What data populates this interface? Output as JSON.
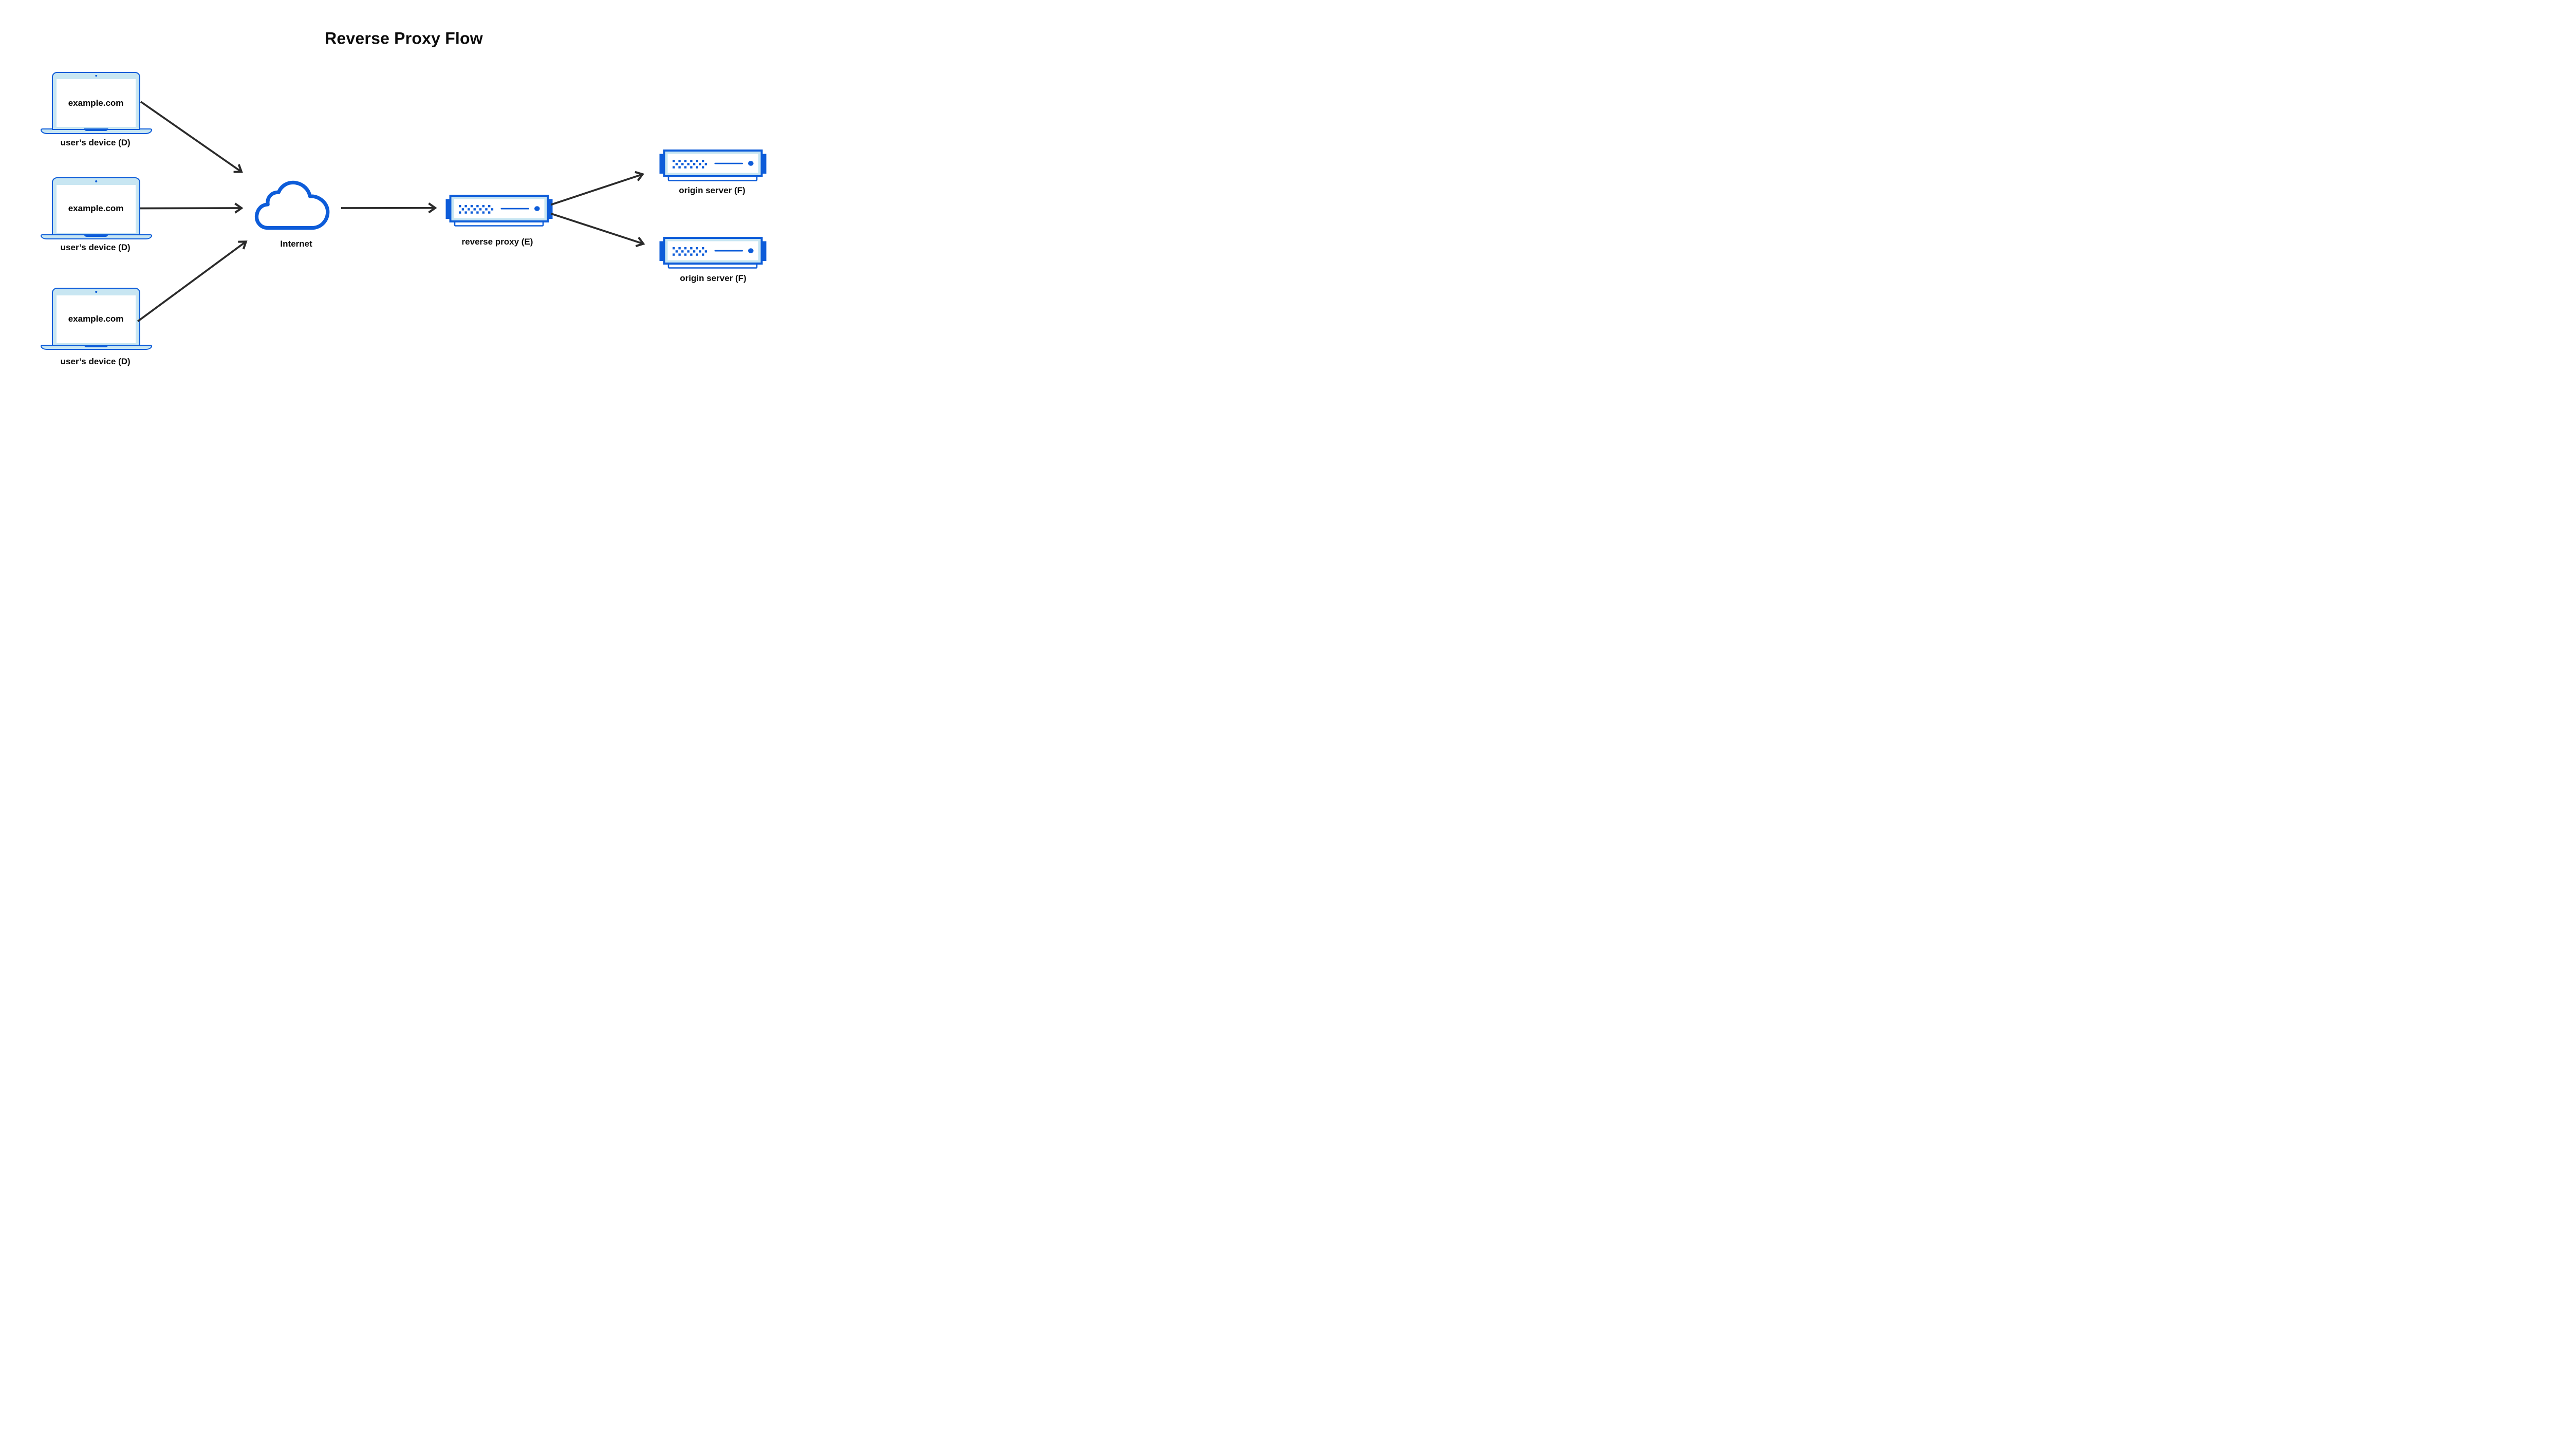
{
  "title": "Reverse Proxy Flow",
  "colors": {
    "primary_blue": "#0d5cd9",
    "light_blue": "#c8e6f2",
    "arrow": "#2b2b2b",
    "text": "#0b0b0b",
    "background": "#ffffff"
  },
  "nodes": {
    "devices": [
      {
        "icon": "laptop-icon",
        "screen_text": "example.com",
        "label": "user’s device (D)"
      },
      {
        "icon": "laptop-icon",
        "screen_text": "example.com",
        "label": "user’s device (D)"
      },
      {
        "icon": "laptop-icon",
        "screen_text": "example.com",
        "label": "user’s device (D)"
      }
    ],
    "internet": {
      "icon": "cloud-icon",
      "label": "Internet"
    },
    "reverse_proxy": {
      "icon": "server-icon",
      "label": "reverse proxy (E)"
    },
    "origin_servers": [
      {
        "icon": "server-icon",
        "label": "origin server (F)"
      },
      {
        "icon": "server-icon",
        "label": "origin server (F)"
      }
    ]
  },
  "connections": [
    {
      "from": "user’s device (D) top",
      "to": "Internet"
    },
    {
      "from": "user’s device (D) middle",
      "to": "Internet"
    },
    {
      "from": "user’s device (D) bottom",
      "to": "Internet"
    },
    {
      "from": "Internet",
      "to": "reverse proxy (E)"
    },
    {
      "from": "reverse proxy (E)",
      "to": "origin server (F) top"
    },
    {
      "from": "reverse proxy (E)",
      "to": "origin server (F) bottom"
    }
  ]
}
